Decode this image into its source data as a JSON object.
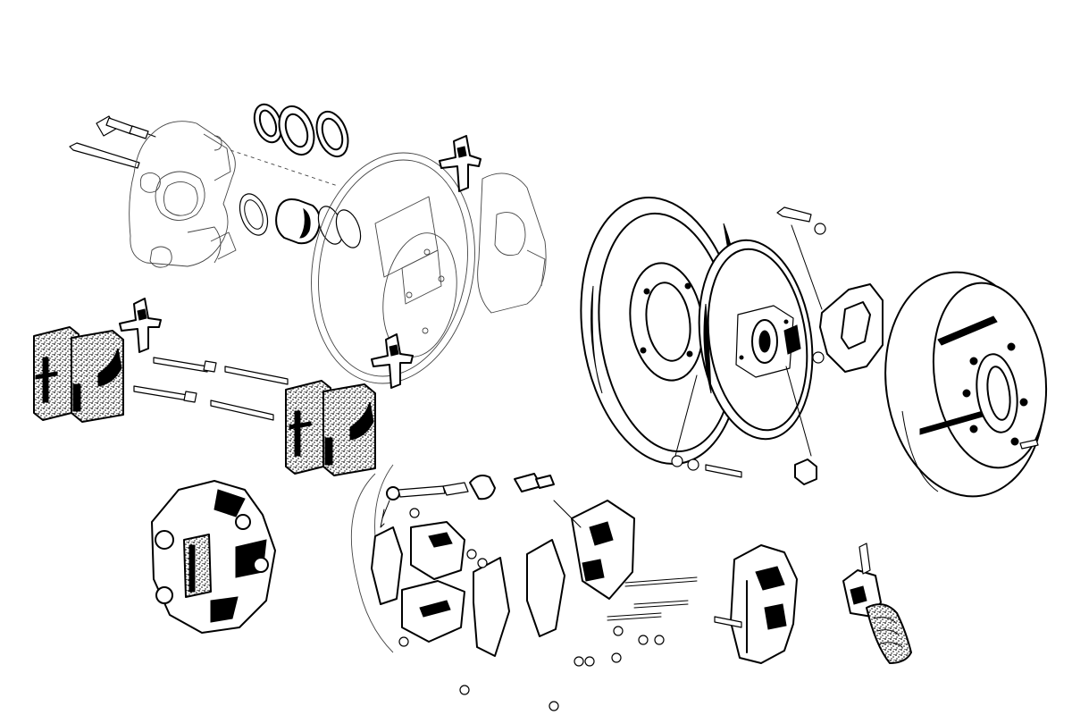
{
  "diagram": {
    "style": "exploded line-art illustration, black ink on white",
    "colors": {
      "ink": "#000000",
      "paper": "#ffffff"
    },
    "parts": [
      {
        "id": "front-caliper-assembly"
      },
      {
        "id": "piston-seal-rings"
      },
      {
        "id": "front-brake-disc-ghost"
      },
      {
        "id": "pad-retaining-springs"
      },
      {
        "id": "pad-retaining-pins"
      },
      {
        "id": "front-brake-pads"
      },
      {
        "id": "rear-drum-brake-assembly"
      },
      {
        "id": "brake-backing-plate"
      },
      {
        "id": "rear-brake-disc"
      },
      {
        "id": "caliper-mounting-bracket"
      },
      {
        "id": "assembled-caliper"
      },
      {
        "id": "handbrake-linkage-assembly"
      },
      {
        "id": "handbrake-caliper"
      },
      {
        "id": "wheel-cylinder-with-boot"
      }
    ]
  }
}
